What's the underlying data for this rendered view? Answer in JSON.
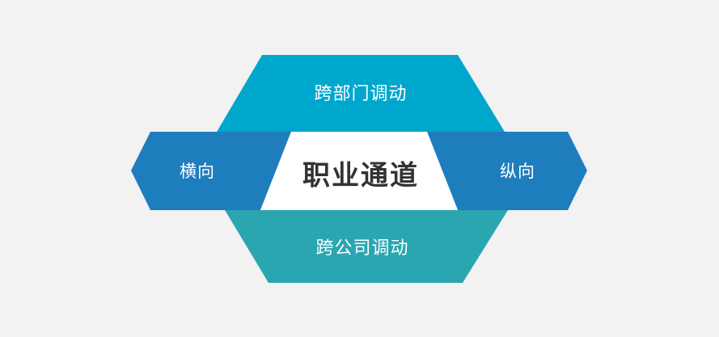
{
  "diagram": {
    "center_label": "职业通道",
    "top_label": "跨部门调动",
    "bottom_label": "跨公司调动",
    "left_label": "横向",
    "right_label": "纵向"
  },
  "colors": {
    "background": "#f2f2f2",
    "top_shape": "#00a7cd",
    "bottom_shape": "#2aa6b1",
    "side_shapes": "#1e7dbd",
    "center_shape": "#ffffff",
    "center_text": "#333333",
    "label_text": "#ffffff"
  }
}
